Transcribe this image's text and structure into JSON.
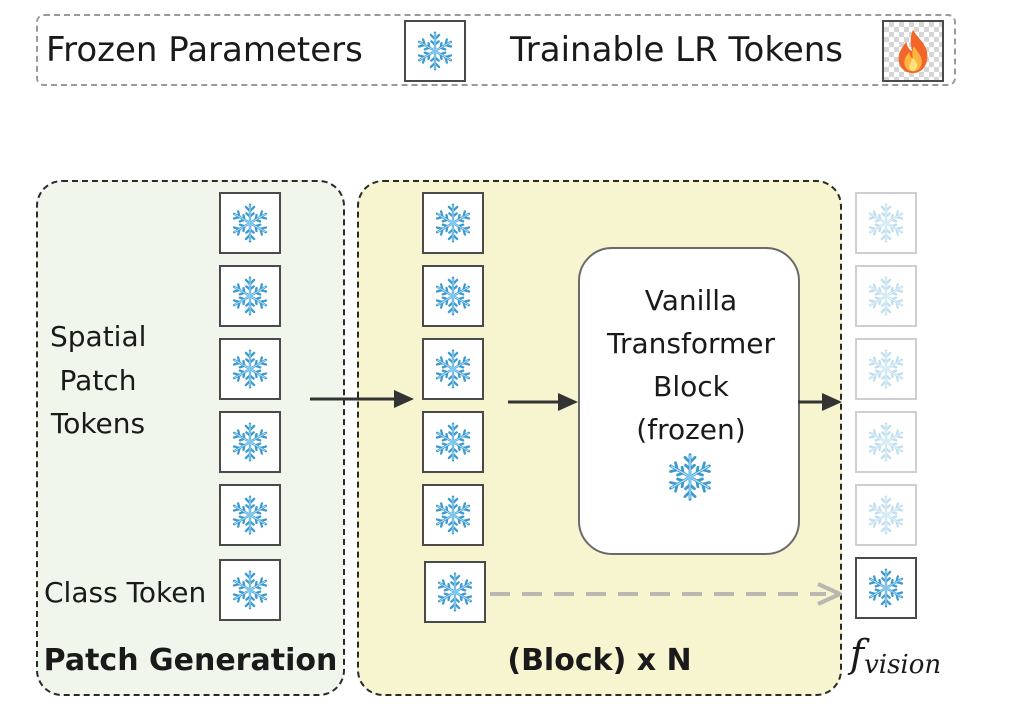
{
  "legend": {
    "frozen_label": "Frozen Parameters",
    "trainable_label": "Trainable LR Tokens",
    "frozen_icon": "snowflake-icon",
    "trainable_icon": "fire-icon"
  },
  "patch_generation": {
    "spatial_label_lines": [
      "Spatial",
      "Patch",
      "Tokens"
    ],
    "class_label": "Class Token",
    "title": "Patch Generation"
  },
  "block": {
    "title": "(Block) x N",
    "transformer_lines": [
      "Vanilla",
      "Transformer",
      "Block",
      "(frozen)"
    ]
  },
  "output": {
    "symbol": "f",
    "subscript": "vision"
  },
  "colors": {
    "patch_panel_bg": "#f1f6ec",
    "block_panel_bg": "#f7f5cf",
    "snowflake": "#5ab4e0",
    "dashed_arrow": "#b8b8b0",
    "arrow": "#333333"
  }
}
